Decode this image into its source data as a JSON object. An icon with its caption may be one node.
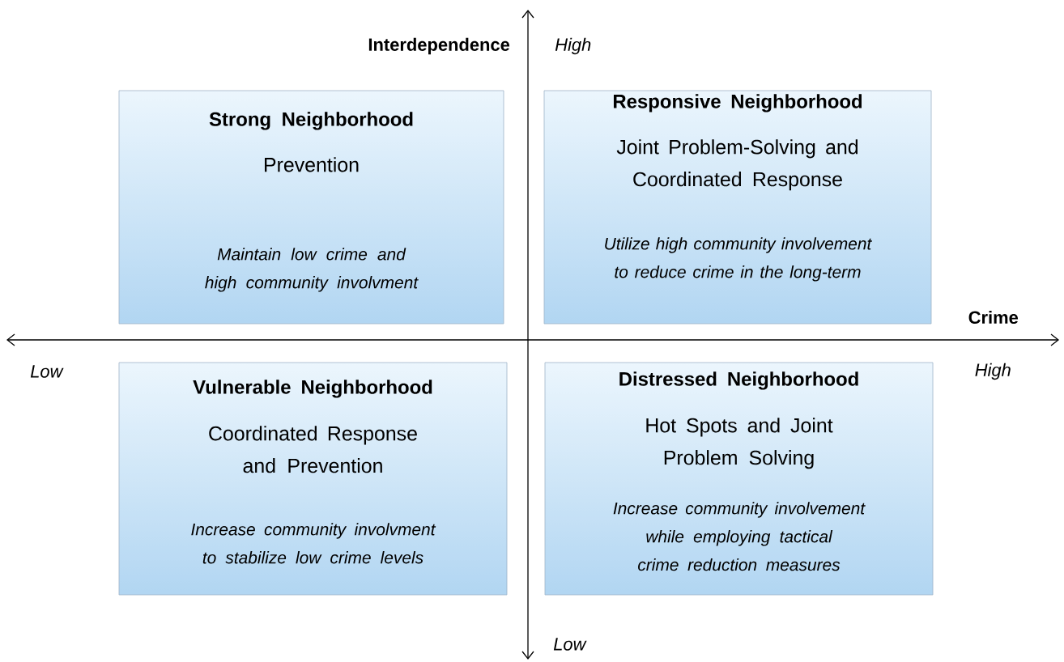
{
  "diagram": {
    "nodes": [
      {
        "text": [
          "Strong Neighborhood",
          "Prevention",
          "Maintain low crime and high community involvment"
        ]
      },
      {
        "text": [
          "Responsive Neighborhood",
          "Joint Problem-Solving and Coordinated Response",
          "Utilize high community involvement to reduce crime in the long-term"
        ]
      },
      {
        "text": [
          "Vulnerable Neighborhood",
          "Coordinated Response and Prevention",
          "Increase community involvment to stabilize low crime levels"
        ]
      },
      {
        "text": [
          "Distressed Neighborhood",
          "Hot Spots and Joint Problem Solving",
          "Increase community involvement while employing tactical crime reduction measures"
        ]
      }
    ],
    "labels": [
      "Interdependence",
      "High",
      "Crime",
      "Low",
      "High",
      "Low"
    ]
  }
}
